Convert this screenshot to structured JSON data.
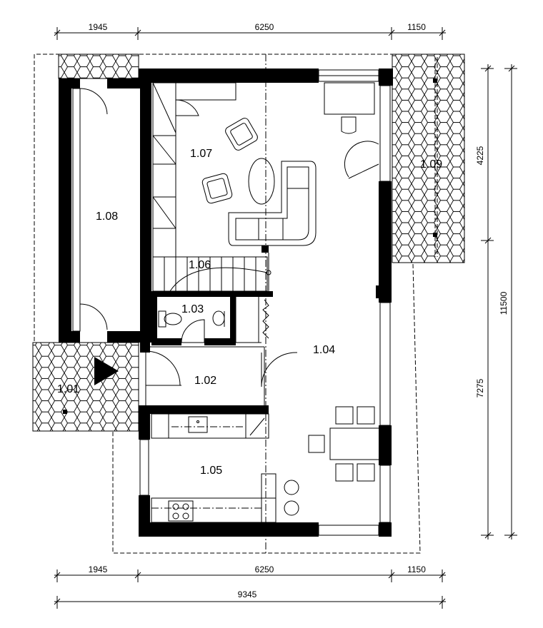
{
  "dimensions": {
    "top": [
      "1945",
      "6250",
      "1150"
    ],
    "bottom": [
      "1945",
      "6250",
      "1150"
    ],
    "total": "9345",
    "right_outer": "11500",
    "right_upper": "4225",
    "right_lower": "7275"
  },
  "rooms": [
    {
      "id": "1.01"
    },
    {
      "id": "1.02"
    },
    {
      "id": "1.03"
    },
    {
      "id": "1.04"
    },
    {
      "id": "1.05"
    },
    {
      "id": "1.06"
    },
    {
      "id": "1.07"
    },
    {
      "id": "1.08"
    },
    {
      "id": "1.09"
    }
  ]
}
